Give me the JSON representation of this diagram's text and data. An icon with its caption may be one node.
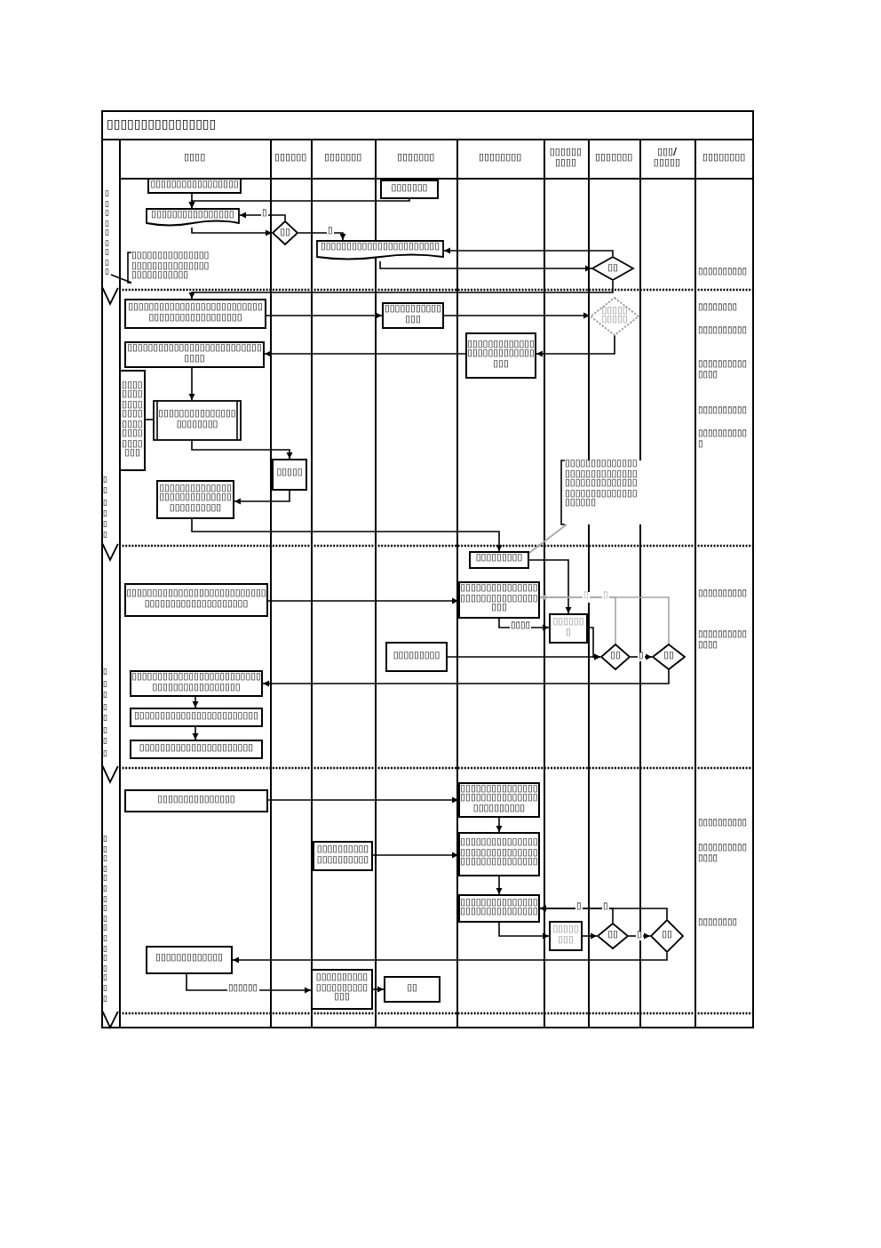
{
  "diagram": {
    "title": "▯▯▯▯▯▯▯▯▯▯▯▯▯▯▯▯",
    "nodes": [
      {
        "text": [
          "▯▯▯▯▯▯▯▯▯▯▯▯▯▯▯▯▯"
        ]
      },
      {
        "text": [
          "▯▯▯▯▯▯▯"
        ]
      },
      {
        "text": [
          "▯▯▯▯▯▯▯▯▯▯▯▯▯▯▯▯"
        ]
      },
      {
        "text": [
          "▯▯"
        ]
      },
      {
        "text": [
          "▯▯▯▯▯▯▯▯▯▯▯▯▯▯▯▯▯▯▯▯▯▯▯"
        ]
      },
      {
        "text": [
          "▯▯▯▯▯▯▯▯▯▯▯▯▯▯▯▯▯▯▯▯▯▯▯▯▯▯▯▯▯▯▯▯▯▯▯▯▯▯▯▯▯"
        ]
      },
      {
        "text": [
          "▯▯"
        ]
      },
      {
        "text": [
          "▯▯▯▯▯▯▯▯▯▯▯▯▯▯▯▯▯▯▯▯▯▯▯▯▯▯▯▯▯▯▯▯▯▯▯▯▯▯▯▯▯▯▯▯"
        ]
      },
      {
        "text": [
          "▯▯▯▯▯▯▯▯▯▯▯▯▯▯"
        ]
      },
      {
        "text": [
          "▯▯▯▯▯▯▯▯▯▯"
        ]
      },
      {
        "text": [
          "▯▯▯▯▯▯▯▯▯▯▯▯▯▯▯▯▯▯▯▯▯▯▯▯▯▯▯▯▯▯"
        ]
      },
      {
        "text": [
          "▯▯▯▯▯▯▯▯▯▯▯▯▯▯▯▯▯▯▯▯▯▯▯▯▯▯▯▯▯"
        ]
      },
      {
        "text": [
          "▯▯▯▯▯▯▯▯▯▯▯▯▯▯▯▯▯▯▯▯▯▯▯▯▯▯▯▯▯▯▯"
        ]
      },
      {
        "text": [
          "▯▯▯▯▯▯▯▯▯▯▯▯▯▯▯▯▯▯▯▯▯▯▯"
        ]
      },
      {
        "text": [
          "▯▯▯▯▯"
        ]
      },
      {
        "text": [
          "▯▯▯▯▯▯▯▯▯▯▯▯▯▯▯▯▯▯▯▯▯▯▯▯▯▯▯▯▯▯▯▯▯▯▯▯▯▯▯▯▯▯▯▯▯▯▯▯▯▯▯▯▯▯▯▯▯▯▯▯▯▯"
        ]
      },
      {
        "text": [
          "▯▯▯▯▯▯▯▯▯▯▯▯▯▯▯▯▯▯▯▯▯▯▯▯▯▯▯▯▯▯▯▯▯▯▯▯▯▯"
        ]
      },
      {
        "text": [
          "▯▯▯▯▯▯▯▯▯"
        ]
      },
      {
        "text": [
          "▯▯▯▯▯▯▯▯▯▯▯▯▯▯▯▯▯▯▯▯▯▯▯▯▯▯▯▯▯▯▯▯▯▯▯▯▯▯▯▯▯▯▯▯▯▯▯"
        ]
      },
      {
        "text": [
          "▯▯▯▯▯▯▯▯▯▯▯▯▯▯▯▯▯▯▯▯▯▯▯▯▯▯▯▯▯▯▯▯▯"
        ]
      },
      {
        "text": [
          "▯▯▯▯▯▯▯"
        ]
      },
      {
        "text": [
          "▯▯▯▯▯▯▯▯▯"
        ]
      },
      {
        "text": [
          "▯▯"
        ]
      },
      {
        "text": [
          "▯▯"
        ]
      },
      {
        "text": [
          "▯▯▯▯▯▯▯▯▯▯▯▯▯▯▯▯▯▯▯▯▯▯▯▯▯▯▯▯▯▯▯▯▯▯▯▯▯▯▯▯▯▯"
        ]
      },
      {
        "text": [
          "▯▯▯▯▯▯▯▯▯▯▯▯▯▯▯▯▯▯▯▯▯▯▯▯"
        ]
      },
      {
        "text": [
          "▯▯▯▯▯▯▯▯▯▯▯▯▯▯▯▯▯▯▯▯▯▯"
        ]
      },
      {
        "text": [
          "▯▯▯▯▯▯▯▯▯▯▯▯▯▯▯"
        ]
      },
      {
        "text": [
          "▯▯▯▯▯▯▯▯▯▯▯▯▯▯▯▯▯▯▯▯▯▯▯▯▯▯▯▯▯▯▯▯▯▯▯▯▯▯▯▯"
        ]
      },
      {
        "text": [
          "▯▯▯▯▯▯▯▯▯▯▯▯▯▯▯▯▯▯▯▯"
        ]
      },
      {
        "text": [
          "▯▯▯▯▯▯▯▯▯▯▯▯▯▯▯▯▯▯▯▯▯▯▯▯▯▯▯▯▯▯▯▯▯▯▯▯▯▯▯▯▯▯▯▯▯"
        ]
      },
      {
        "text": [
          "▯▯▯▯▯▯▯▯▯▯▯▯▯▯▯▯▯▯▯▯▯▯▯▯▯▯▯▯▯▯"
        ]
      },
      {
        "text": [
          "▯▯▯▯▯▯▯▯"
        ]
      },
      {
        "text": [
          "▯▯"
        ]
      },
      {
        "text": [
          "▯▯"
        ]
      },
      {
        "text": [
          "▯▯▯▯▯▯▯▯▯▯▯▯▯"
        ]
      },
      {
        "text": [
          "▯▯▯▯▯▯▯▯▯▯▯▯▯▯▯▯▯▯▯▯▯▯▯"
        ]
      },
      {
        "text": [
          "▯▯"
        ]
      },
      {
        "text": [
          "▯▯▯▯▯▯▯▯▯"
        ]
      }
    ],
    "edges": [
      {
        "from": 0,
        "to": 2,
        "arrow": "to"
      },
      {
        "from": 1,
        "to": 2,
        "arrow": "to"
      },
      {
        "from": 2,
        "to": 3,
        "arrow": "to"
      },
      {
        "from": 3,
        "to": 2,
        "arrow": "to",
        "label": "▯"
      },
      {
        "from": 3,
        "to": 4,
        "arrow": "to",
        "label": "▯"
      },
      {
        "from": 4,
        "to": 6,
        "arrow": "to"
      },
      {
        "from": 6,
        "to": 4,
        "arrow": "to"
      },
      {
        "from": 6,
        "to": 7,
        "arrow": "to"
      },
      {
        "from": 7,
        "to": 8,
        "arrow": "to"
      },
      {
        "from": 8,
        "to": 9,
        "arrow": "to"
      },
      {
        "from": 9,
        "to": 11,
        "arrow": "to"
      },
      {
        "from": 11,
        "to": 10,
        "arrow": "to"
      },
      {
        "from": 10,
        "to": 13,
        "arrow": "to"
      },
      {
        "from": 12,
        "to": 13,
        "arrow": "none"
      },
      {
        "from": 13,
        "to": 14,
        "arrow": "to"
      },
      {
        "from": 14,
        "to": 16,
        "arrow": "to"
      },
      {
        "from": 16,
        "to": 17,
        "arrow": "to"
      },
      {
        "from": 15,
        "to": 17,
        "arrow": "none",
        "color": "#a6a6a6"
      },
      {
        "from": 5,
        "to": 38,
        "arrow": "none"
      },
      {
        "from": 17,
        "to": 20,
        "arrow": "to"
      },
      {
        "from": 18,
        "to": 19,
        "arrow": "to"
      },
      {
        "from": 19,
        "to": 20,
        "arrow": "to",
        "label": "▯▯▯▯"
      },
      {
        "from": 20,
        "to": 22,
        "arrow": "to"
      },
      {
        "from": 21,
        "to": 22,
        "arrow": "to"
      },
      {
        "from": 22,
        "to": 23,
        "arrow": "to",
        "label": "▯"
      },
      {
        "from": 22,
        "to": 19,
        "arrow": "to",
        "label": "▯",
        "color": "#a6a6a6"
      },
      {
        "from": 23,
        "to": 19,
        "arrow": "to",
        "label": "▯",
        "color": "#a6a6a6"
      },
      {
        "from": 23,
        "to": 24,
        "arrow": "to"
      },
      {
        "from": 24,
        "to": 25,
        "arrow": "to"
      },
      {
        "from": 25,
        "to": 26,
        "arrow": "to"
      },
      {
        "from": 27,
        "to": 28,
        "arrow": "to"
      },
      {
        "from": 28,
        "to": 30,
        "arrow": "to"
      },
      {
        "from": 29,
        "to": 30,
        "arrow": "to"
      },
      {
        "from": 30,
        "to": 31,
        "arrow": "to"
      },
      {
        "from": 31,
        "to": 32,
        "arrow": "to"
      },
      {
        "from": 32,
        "to": 33,
        "arrow": "to"
      },
      {
        "from": 33,
        "to": 34,
        "arrow": "to",
        "label": "▯"
      },
      {
        "from": 33,
        "to": 31,
        "arrow": "to",
        "label": "▯"
      },
      {
        "from": 34,
        "to": 31,
        "arrow": "to",
        "label": "▯"
      },
      {
        "from": 34,
        "to": 35,
        "arrow": "to"
      },
      {
        "from": 35,
        "to": 36,
        "arrow": "to",
        "label": "▯▯▯▯▯▯"
      },
      {
        "from": 36,
        "to": 37,
        "arrow": "to"
      }
    ],
    "labels": [
      "▯▯▯▯",
      "▯▯▯▯▯▯",
      "▯▯▯▯▯▯▯",
      "▯▯▯▯▯▯▯",
      "▯▯▯▯▯▯▯▯",
      "▯▯▯▯▯▯▯▯▯▯",
      "▯▯▯▯▯▯▯",
      "▯▯▯/▯▯▯▯▯",
      "▯▯▯▯▯▯▯▯",
      "▯▯▯▯▯▯▯▯▯▯",
      "▯▯▯▯▯▯",
      "▯▯▯▯▯▯▯▯",
      "▯▯▯▯▯▯▯▯▯▯",
      "▯▯▯▯▯▯▯▯▯▯▯▯▯▯",
      "▯▯▯▯▯▯▯▯▯▯",
      "▯▯▯▯▯▯▯▯▯▯▯",
      "▯▯▯▯▯▯▯▯",
      "▯▯▯▯▯▯▯▯▯▯",
      "▯▯▯▯▯▯▯▯▯▯▯▯▯▯",
      "▯▯▯▯▯▯▯▯▯▯▯▯▯▯▯▯▯",
      "▯▯▯▯▯▯▯▯▯▯",
      "▯▯▯▯▯▯▯▯▯▯▯▯▯▯",
      "▯▯▯▯▯▯▯▯"
    ]
  }
}
